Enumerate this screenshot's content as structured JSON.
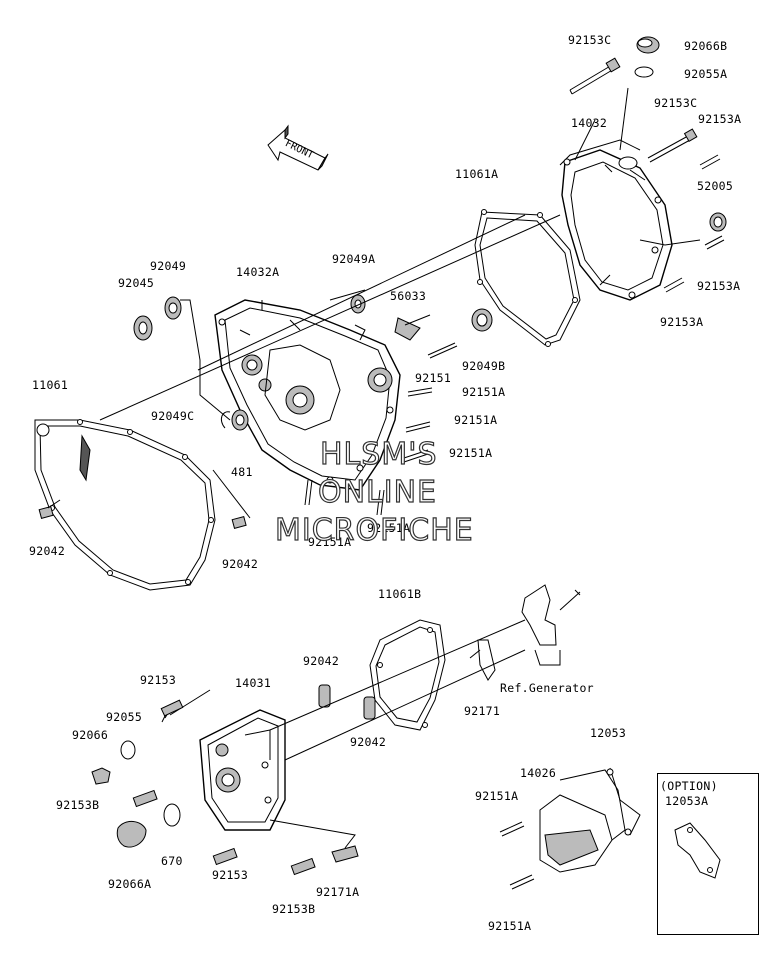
{
  "front_label": "FRONT",
  "watermark": {
    "line1": "HLSM'S",
    "line2": "ONLINE",
    "line3": "MICROFICHE"
  },
  "option_box": {
    "title": "(OPTION)",
    "part": "12053A"
  },
  "labels": {
    "p92153C_top": "92153C",
    "p92066B": "92066B",
    "p92055A": "92055A",
    "p92153C_right": "92153C",
    "p14032": "14032",
    "p92153A_top": "92153A",
    "p11061A": "11061A",
    "p52005": "52005",
    "p92153A_mid": "92153A",
    "p92153A_bot": "92153A",
    "p92049": "92049",
    "p92045": "92045",
    "p14032A": "14032A",
    "p92049A": "92049A",
    "p56033": "56033",
    "p92049B": "92049B",
    "p11061": "11061",
    "p92151": "92151",
    "p92151A_1": "92151A",
    "p92049C": "92049C",
    "p92151A_2": "92151A",
    "p481": "481",
    "p92151A_3": "92151A",
    "p92042_left": "92042",
    "p92042_right": "92042",
    "p92151A_4": "92151A",
    "p92151A_5": "92151A",
    "p11061B": "11061B",
    "p92042_mid": "92042",
    "p92153": "92153",
    "p14031": "14031",
    "p92055": "92055",
    "p92066": "92066",
    "p92042_low": "92042",
    "p92171": "92171",
    "ref_generator": "Ref.Generator",
    "p12053": "12053",
    "p14026": "14026",
    "p92151A_6": "92151A",
    "p92153B_left": "92153B",
    "p670": "670",
    "p92066A": "92066A",
    "p92153_low": "92153",
    "p92153B_low": "92153B",
    "p92171A": "92171A",
    "p92151A_7": "92151A"
  }
}
